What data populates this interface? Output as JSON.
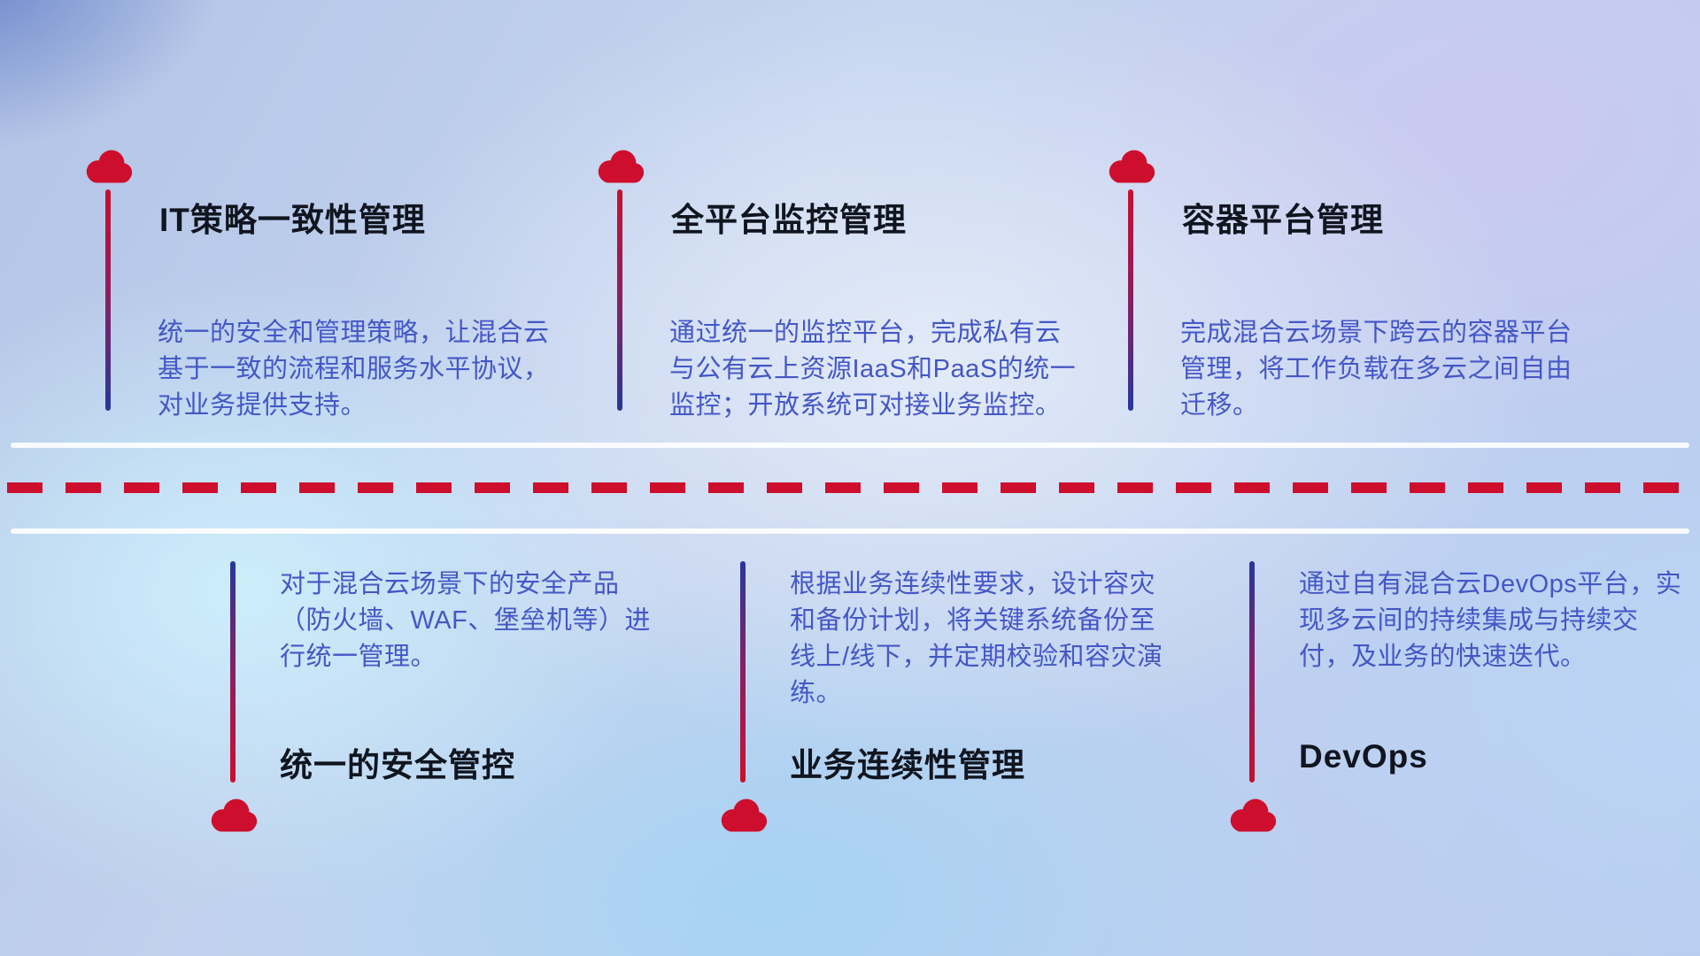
{
  "colors": {
    "accent_red": "#CE0E2D",
    "connector_blue": "#27379B",
    "title_text": "#10151F",
    "description_text": "#4457C6",
    "timeline_line_white": "#FFFFFF",
    "background_base": "#BCCBEC"
  },
  "icons": {
    "cloud": "☁"
  },
  "features": {
    "top": [
      {
        "title": "IT策略一致性管理",
        "description": "统一的安全和管理策略，让混合云基于一致的流程和服务水平协议，对业务提供支持。"
      },
      {
        "title": "全平台监控管理",
        "description": "通过统一的监控平台，完成私有云与公有云上资源IaaS和PaaS的统一监控；开放系统可对接业务监控。"
      },
      {
        "title": "容器平台管理",
        "description": "完成混合云场景下跨云的容器平台管理，将工作负载在多云之间自由迁移。"
      }
    ],
    "bottom": [
      {
        "title": "统一的安全管控",
        "description": "对于混合云场景下的安全产品（防火墙、WAF、堡垒机等）进行统一管理。"
      },
      {
        "title": "业务连续性管理",
        "description": "根据业务连续性要求，设计容灾和备份计划，将关键系统备份至线上/线下，并定期校验和容灾演练。"
      },
      {
        "title": "DevOps",
        "description": "通过自有混合云DevOps平台，实现多云间的持续集成与持续交付，及业务的快速迭代。"
      }
    ]
  }
}
